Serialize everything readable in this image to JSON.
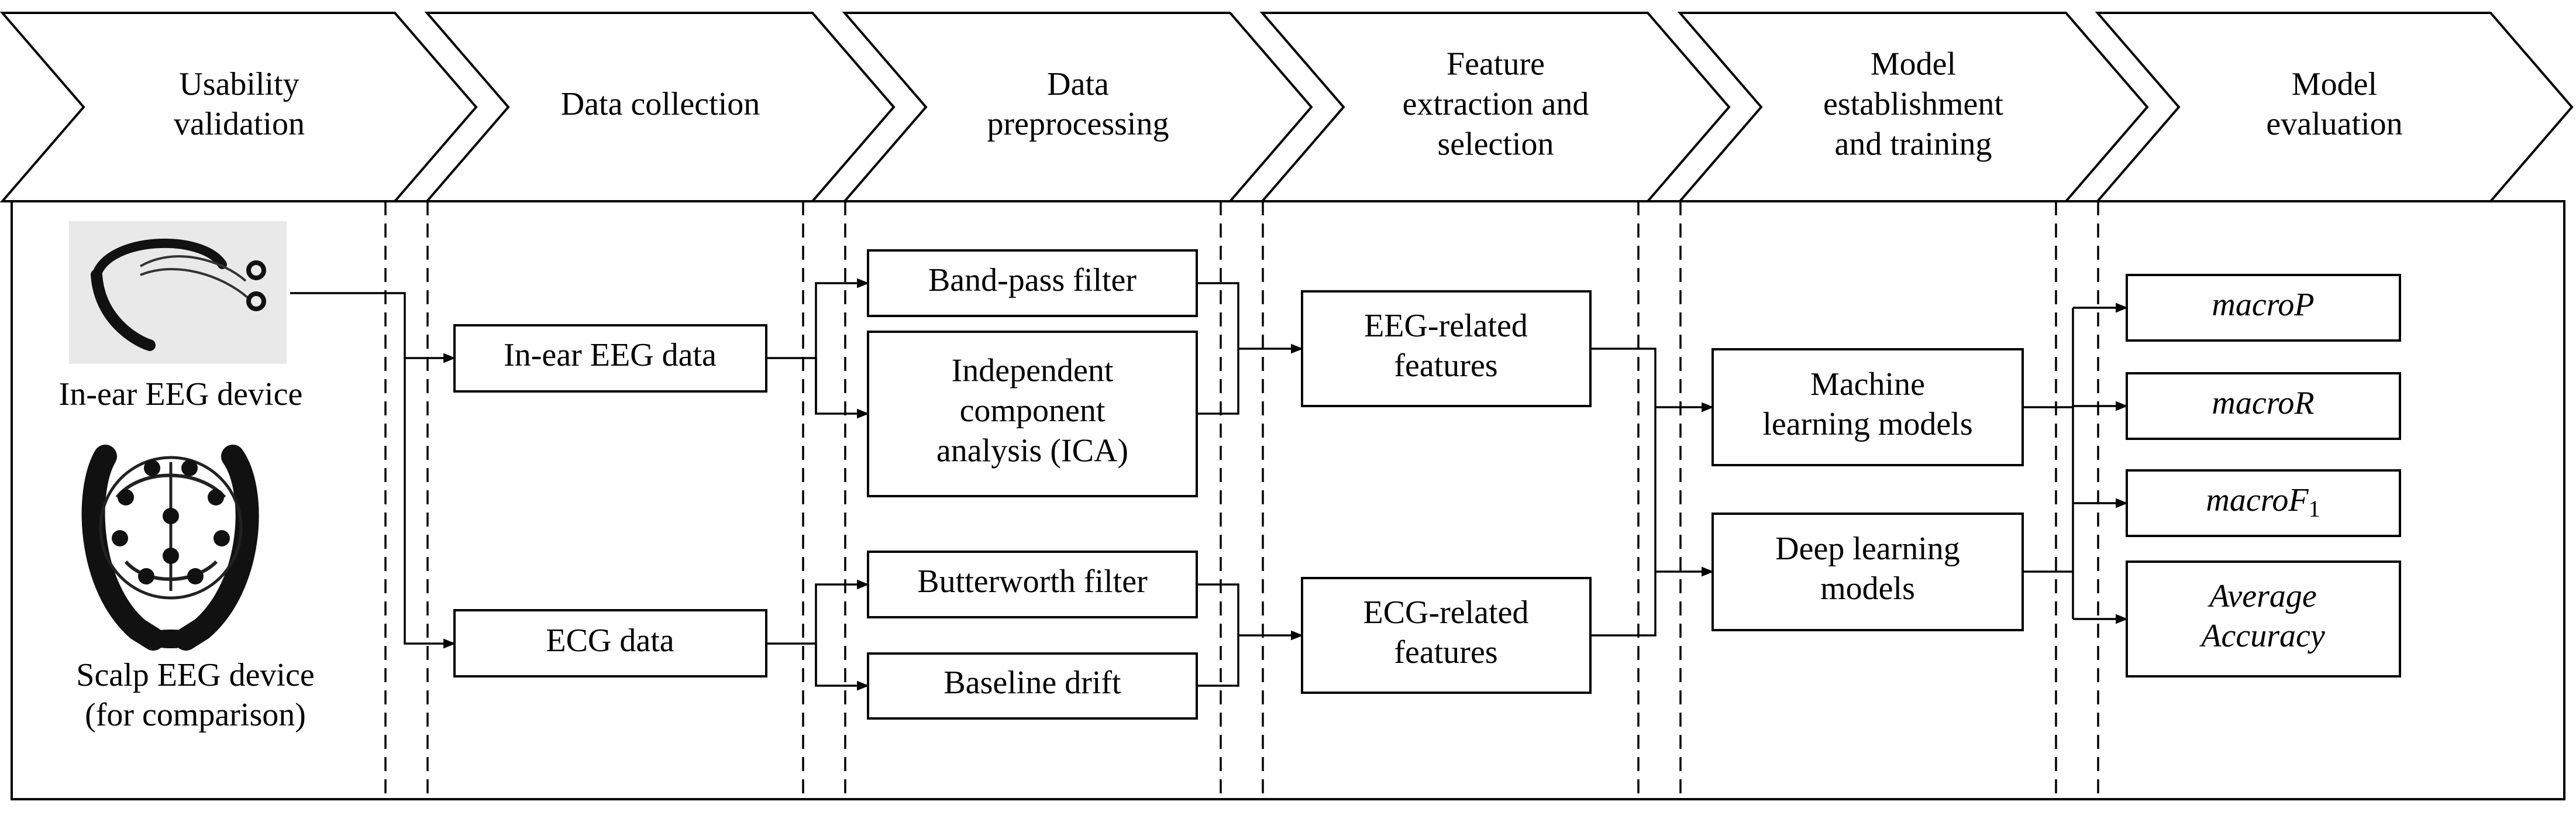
{
  "stages": [
    {
      "id": "usability",
      "lines": [
        "Usability",
        "validation"
      ]
    },
    {
      "id": "collection",
      "lines": [
        "Data collection"
      ]
    },
    {
      "id": "preprocessing",
      "lines": [
        "Data",
        "preprocessing"
      ]
    },
    {
      "id": "features",
      "lines": [
        "Feature",
        "extraction and",
        "selection"
      ]
    },
    {
      "id": "model",
      "lines": [
        "Model",
        "establishment",
        "and training"
      ]
    },
    {
      "id": "evaluation",
      "lines": [
        "Model",
        "evaluation"
      ]
    }
  ],
  "devices": {
    "in_ear": {
      "label": "In-ear EEG device"
    },
    "scalp": {
      "label_lines": [
        "Scalp EEG device",
        "(for comparison)"
      ]
    }
  },
  "boxes": {
    "in_ear_eeg_data": {
      "lines": [
        "In-ear EEG data"
      ]
    },
    "ecg_data": {
      "lines": [
        "ECG data"
      ]
    },
    "band_pass": {
      "lines": [
        "Band-pass filter"
      ]
    },
    "ica": {
      "lines": [
        "Independent",
        "component",
        "analysis (ICA)"
      ]
    },
    "butterworth": {
      "lines": [
        "Butterworth filter"
      ]
    },
    "baseline": {
      "lines": [
        "Baseline drift"
      ]
    },
    "eeg_features": {
      "lines": [
        "EEG-related",
        "features"
      ]
    },
    "ecg_features": {
      "lines": [
        "ECG-related",
        "features"
      ]
    },
    "ml_models": {
      "lines": [
        "Machine",
        "learning models"
      ]
    },
    "dl_models": {
      "lines": [
        "Deep learning",
        "models"
      ]
    }
  },
  "metrics": [
    {
      "id": "macro_p",
      "base": "macroP",
      "sub": ""
    },
    {
      "id": "macro_r",
      "base": "macroR",
      "sub": ""
    },
    {
      "id": "macro_f1",
      "base": "macroF",
      "sub": "1"
    },
    {
      "id": "avg_acc",
      "lines": [
        "Average",
        "Accuracy"
      ]
    }
  ]
}
